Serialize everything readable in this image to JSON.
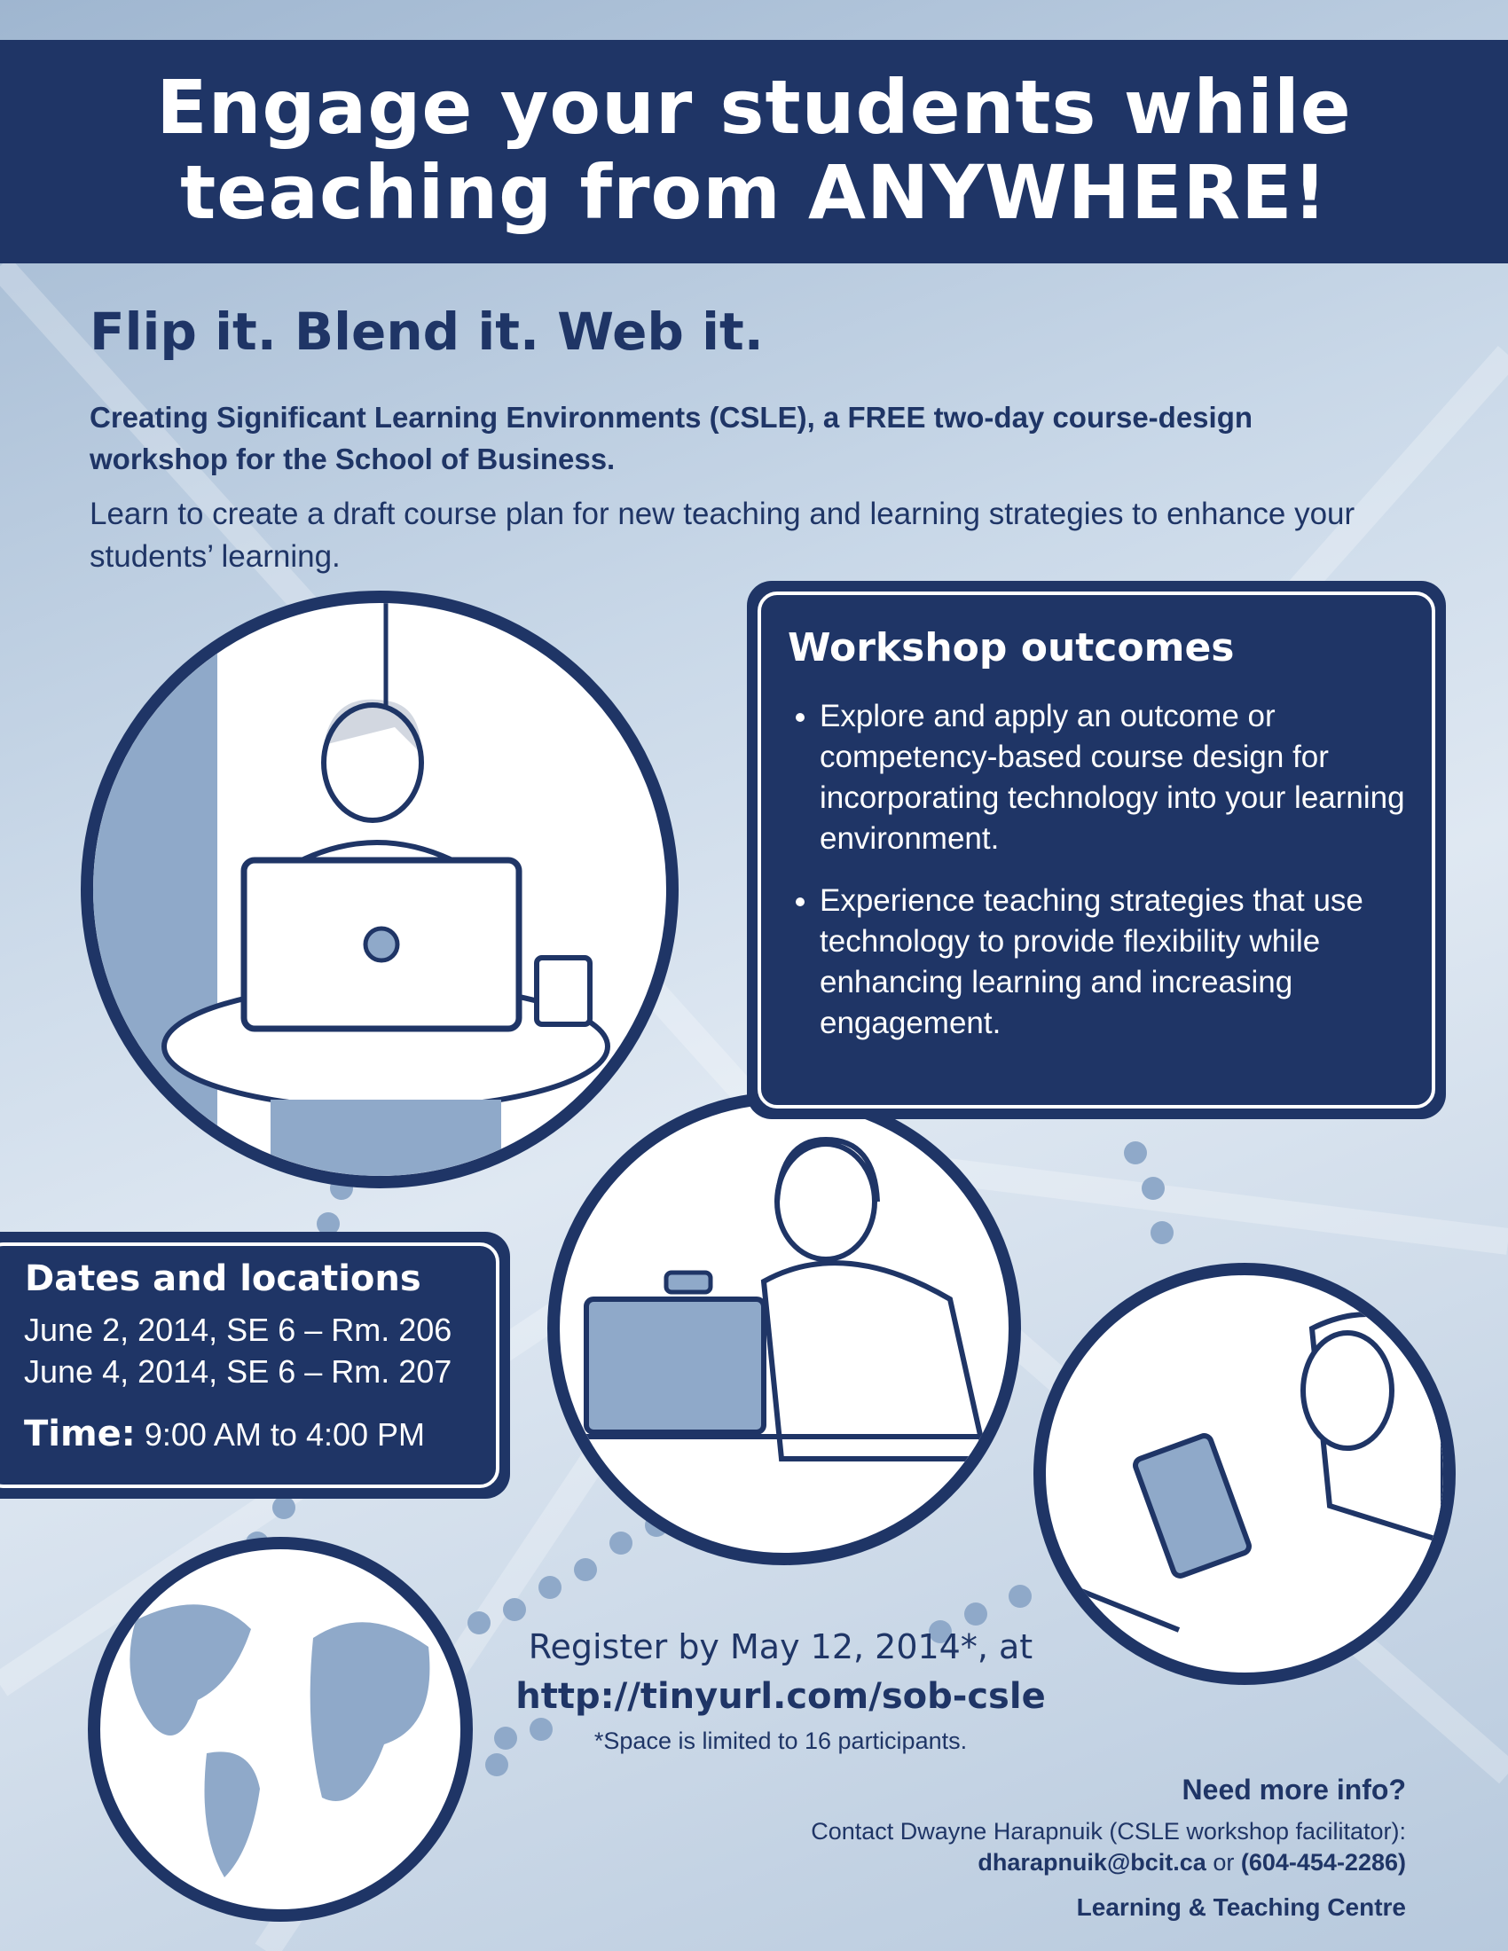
{
  "header": {
    "title_line1": "Engage your students while",
    "title_line2": "teaching from ANYWHERE!"
  },
  "tagline": "Flip it. Blend it. Web it.",
  "intro_bold": "Creating Significant Learning Environments (CSLE), a FREE two-day course-design workshop for the School of Business.",
  "intro": "Learn to create a draft course plan for new teaching and learning strategies to enhance your students’ learning.",
  "outcomes": {
    "heading": "Workshop outcomes",
    "items": [
      "Explore and apply an outcome or competency-based course design for incorporating technology into your learning environment.",
      "Experience teaching strategies that use technology to provide flexibility while enhancing learning and increasing engagement."
    ]
  },
  "dates": {
    "heading": "Dates and locations",
    "sessions": [
      "June 2, 2014, SE 6 – Rm. 206",
      "June 4, 2014, SE 6 – Rm. 207"
    ],
    "time_label": "Time:",
    "time_value": "9:00 AM to 4:00 PM"
  },
  "register": {
    "line": "Register by May 12, 2014*, at",
    "url": "http://tinyurl.com/sob-csle",
    "note": "*Space is limited to 16 participants."
  },
  "contact": {
    "heading": "Need more info?",
    "line": "Contact Dwayne Harapnuik (CSLE workshop facilitator):",
    "email": "dharapnuik@bcit.ca",
    "or": "or",
    "phone": "(604-454-2286)",
    "org": "Learning & Teaching Centre"
  },
  "colors": {
    "navy": "#1f3566",
    "light": "#c9d8e8"
  }
}
